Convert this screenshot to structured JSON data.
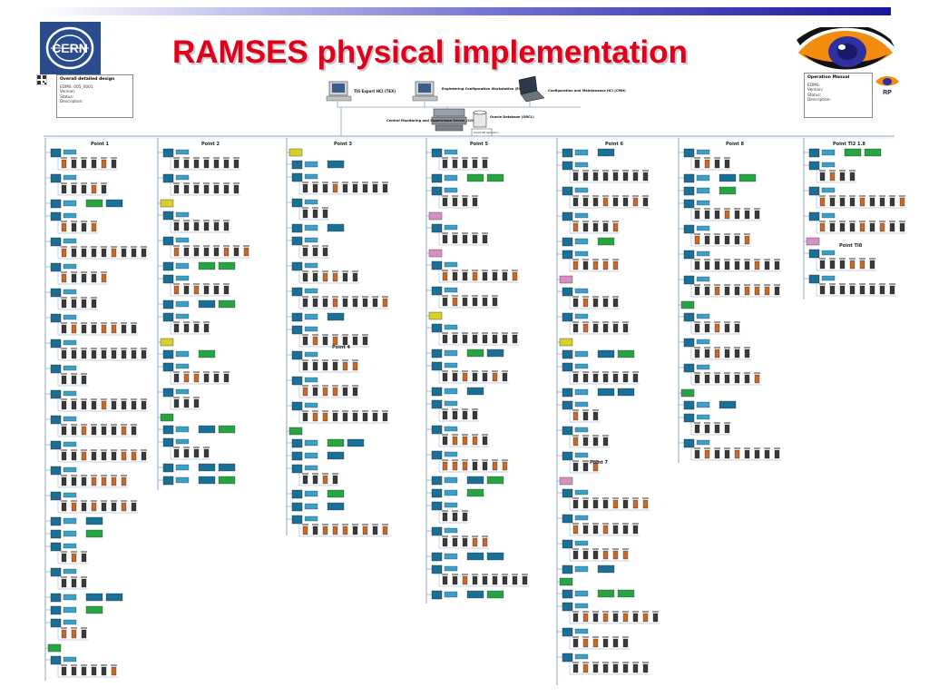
{
  "slide": {
    "title": "RAMSES physical implementation",
    "title_color": "#e0001b",
    "accent_gradient": [
      "#ffffff",
      "#1a1aa0"
    ]
  },
  "logos": {
    "left": "CERN",
    "right": "RP"
  },
  "note_left": {
    "title": "Overall detailed design",
    "lines": [
      "EDMS: 005_0001",
      "Version:",
      "Status:",
      "Description:"
    ]
  },
  "note_right": {
    "title": "Operation Manual",
    "lines": [
      "EDMS:",
      "Version:",
      "Status:",
      "Description:"
    ]
  },
  "servers": {
    "tis": "TIS Export HCI (TEX)",
    "ecw": "Engineering Configuration Workstation (ECW)",
    "cmh": "Configuration and Maintenance HCI (CMH)",
    "cms": "Central Monitoring and Supervision Server (CMSS)",
    "odb": "Oracle Database (ORCL)",
    "mirror": "Oracle DB replication"
  },
  "points": [
    {
      "label": "Point 1"
    },
    {
      "label": "Point 2"
    },
    {
      "label": "Point 3"
    },
    {
      "label": "Point 4"
    },
    {
      "label": "Point 5"
    },
    {
      "label": "Point 6"
    },
    {
      "label": "Point 7"
    },
    {
      "label": "Point 8"
    },
    {
      "label": "Point TI2 1.8"
    },
    {
      "label": "Point TI8"
    }
  ],
  "colors": {
    "station": "#1a6f96",
    "station_light": "#3aa0c8",
    "green": "#27a344",
    "yellow": "#d8cf2b",
    "pink": "#d78fc0",
    "probe": "#3a3a3a",
    "orange": "#c66a2c",
    "line": "#8aa6c8"
  }
}
